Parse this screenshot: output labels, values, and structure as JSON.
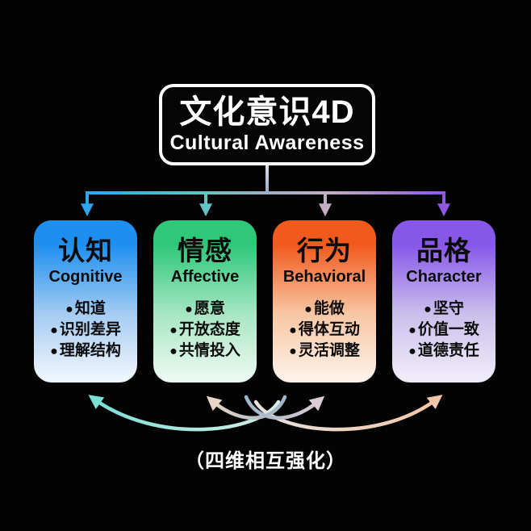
{
  "background": "#030303",
  "header": {
    "title": "文化意识4D",
    "subtitle": "Cultural Awareness"
  },
  "ui": {
    "bullet_char": "●"
  },
  "cards": [
    {
      "name": "cognitive",
      "title_zh": "认知",
      "title_en": "Cognitive",
      "bullets": [
        "知道",
        "识别差异",
        "理解结构"
      ],
      "colors": {
        "top": "#1E8FF0",
        "mid": "#A5CCF2",
        "bottom": "#EDF5FD",
        "arrow": "#2EA5EE"
      }
    },
    {
      "name": "affective",
      "title_zh": "情感",
      "title_en": "Affective",
      "bullets": [
        "愿意",
        "开放态度",
        "共情投入"
      ],
      "colors": {
        "top": "#2EC878",
        "mid": "#A8E6C4",
        "bottom": "#EAF9F0",
        "arrow": "#62C4C4"
      }
    },
    {
      "name": "behavioral",
      "title_zh": "行为",
      "title_en": "Behavioral",
      "bullets": [
        "能做",
        "得体互动",
        "灵活调整"
      ],
      "colors": {
        "top": "#F2591D",
        "mid": "#F8C7A4",
        "bottom": "#FDF0E6",
        "arrow": "#C4AEC3"
      }
    },
    {
      "name": "character",
      "title_zh": "品格",
      "title_en": "Character",
      "bullets": [
        "坚守",
        "价值一致",
        "道德责任"
      ],
      "colors": {
        "top": "#8757E8",
        "mid": "#CBC0EC",
        "bottom": "#EFEBF9",
        "arrow": "#9157E2"
      }
    }
  ],
  "footer": {
    "caption": "（四维相互强化）"
  },
  "connector_colors": {
    "tree_gradient": [
      "#2EA5EE",
      "#62C4C4",
      "#9FAEC9",
      "#C4AEC3",
      "#9157E2"
    ],
    "stem_top": "#E0DFEA",
    "stem_bottom": "#97A6C6",
    "mutual_left": "#7ADFD5",
    "mutual_inner_left": "#E9D4C5",
    "mutual_inner_right": "#DDCBD5",
    "mutual_right": "#F5C5A7"
  }
}
